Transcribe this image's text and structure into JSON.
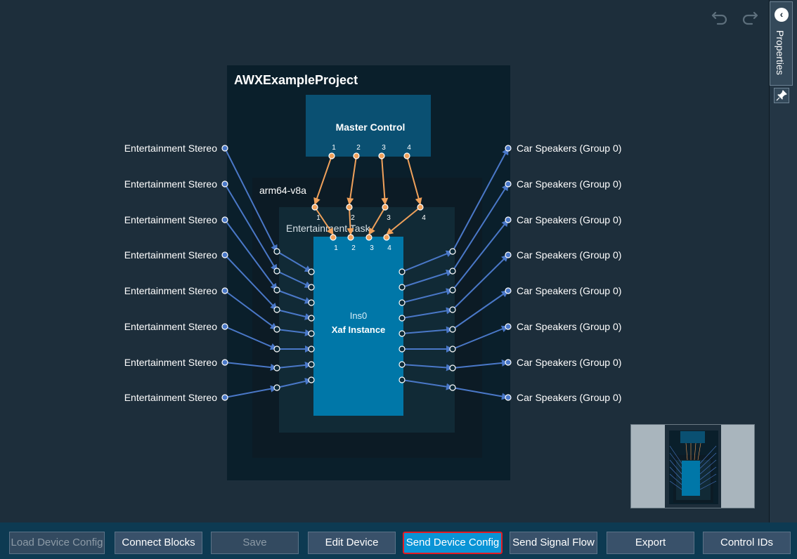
{
  "canvas": {
    "project_title": "AWXExampleProject",
    "device_label": "arm64-v8a",
    "task_label": "Entertainment Task",
    "master_block": {
      "label": "Master Control",
      "pins": [
        "1",
        "2",
        "3",
        "4"
      ]
    },
    "device_pins": [
      "1",
      "2",
      "3",
      "4"
    ],
    "instance_pins": [
      "1",
      "2",
      "3",
      "4"
    ],
    "instance_block": {
      "id": "Ins0",
      "label": "Xaf Instance"
    },
    "inputs": [
      "Entertainment Stereo",
      "Entertainment Stereo",
      "Entertainment Stereo",
      "Entertainment Stereo",
      "Entertainment Stereo",
      "Entertainment Stereo",
      "Entertainment Stereo",
      "Entertainment Stereo"
    ],
    "outputs": [
      "Car Speakers (Group 0)",
      "Car Speakers (Group 0)",
      "Car Speakers (Group 0)",
      "Car Speakers (Group 0)",
      "Car Speakers (Group 0)",
      "Car Speakers (Group 0)",
      "Car Speakers (Group 0)",
      "Car Speakers (Group 0)"
    ],
    "colors": {
      "project_bg": "#0a1f2b",
      "device_bg": "#0c1b25",
      "task_bg": "#112a36",
      "master_bg": "#0a5072",
      "instance_bg": "#0077a8",
      "blue_wire": "#4a78c8",
      "orange_wire": "#f0a15b"
    }
  },
  "toolbar": {
    "undo_icon": "undo-icon",
    "redo_icon": "redo-icon"
  },
  "side_panel": {
    "properties_label": "Properties",
    "chevron": "‹"
  },
  "bottom_bar": {
    "load_device_config": "Load Device Config",
    "connect_blocks": "Connect Blocks",
    "save": "Save",
    "edit_device": "Edit Device",
    "send_device_config": "Send Device Config",
    "send_signal_flow": "Send Signal Flow",
    "export": "Export",
    "control_ids": "Control IDs"
  }
}
